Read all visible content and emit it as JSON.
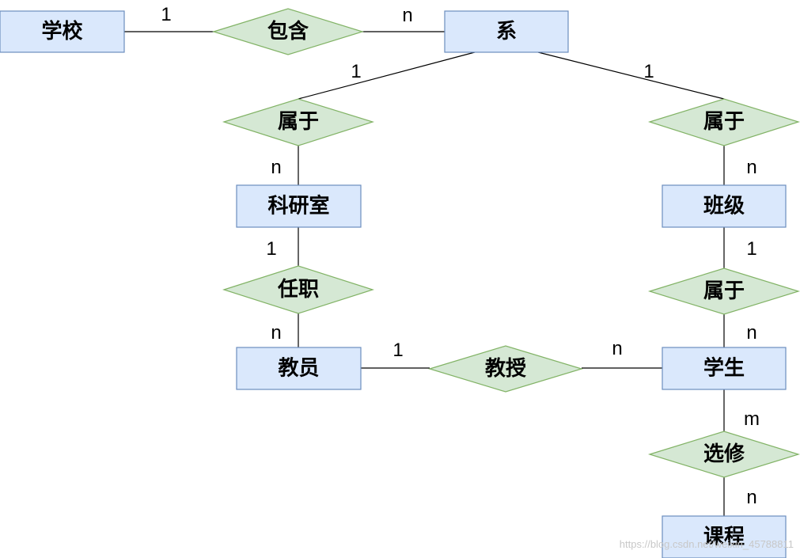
{
  "colors": {
    "entity_fill": "#dae8fc",
    "entity_stroke": "#6c8ebf",
    "relationship_fill": "#d5e8d4",
    "relationship_stroke": "#82b366",
    "line": "#000000"
  },
  "entities": {
    "school": "学校",
    "department": "系",
    "research_office": "科研室",
    "class": "班级",
    "teacher": "教员",
    "student": "学生",
    "course": "课程"
  },
  "relationships": {
    "contains": "包含",
    "dept_office": "属于",
    "dept_class": "属于",
    "works_in": "任职",
    "class_student": "属于",
    "teaches": "教授",
    "elective": "选修"
  },
  "cardinalities": {
    "school_contains": "1",
    "contains_department": "n",
    "department_to_office": "1",
    "department_to_class": "1",
    "office_side_n": "n",
    "class_side_n": "n",
    "office_to_works": "1",
    "class_to_student_rel": "1",
    "works_teacher": "n",
    "student_rel_n": "n",
    "teacher_teaches": "1",
    "teaches_student": "n",
    "student_elective": "m",
    "elective_course": "n"
  },
  "watermark": "https://blog.csdn.net/weixin_45788811"
}
